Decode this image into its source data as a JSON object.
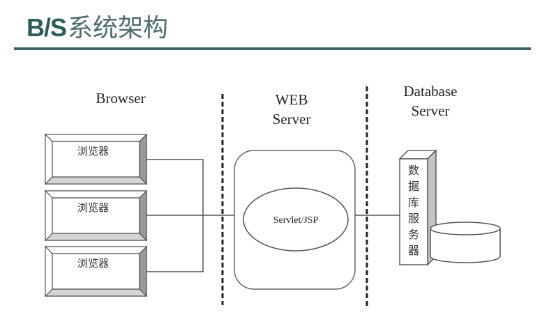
{
  "title": {
    "prefix": "B/S",
    "text": "系统架构"
  },
  "diagram": {
    "tiers": [
      {
        "id": "browser",
        "label_lines": [
          "Browser"
        ]
      },
      {
        "id": "web-server",
        "label_lines": [
          "WEB",
          "Server"
        ]
      },
      {
        "id": "database-server",
        "label_lines": [
          "Database",
          "Server"
        ]
      }
    ],
    "browsers": [
      {
        "label": "浏览器"
      },
      {
        "label": "浏览器"
      },
      {
        "label": "浏览器"
      }
    ],
    "web_component": "Servlet/JSP",
    "db_server_chars": [
      "数",
      "据",
      "库",
      "服",
      "务",
      "器"
    ],
    "colors": {
      "title_accent": "#2d5c5e",
      "rule": "#3d6466",
      "line": "#555555",
      "bevel_dark": "#9a9a9a",
      "bevel_light": "#d4d4d4"
    }
  }
}
